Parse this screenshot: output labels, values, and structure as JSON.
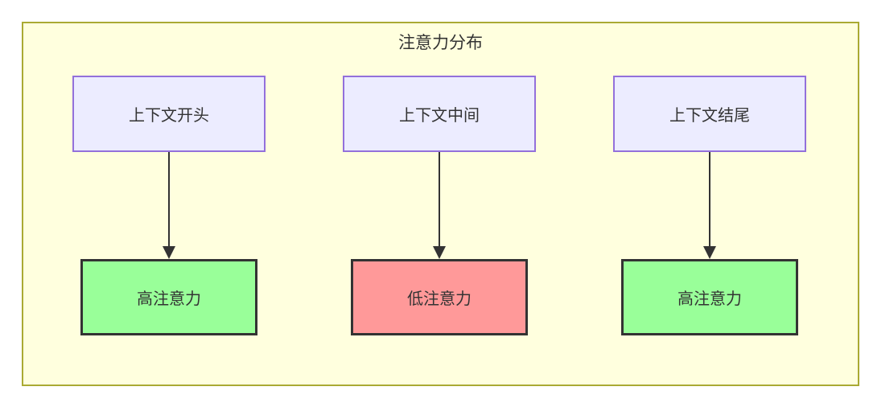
{
  "diagram": {
    "title": "注意力分布",
    "colors": {
      "container_bg": "#ffffde",
      "container_border": "#aaaa33",
      "source_bg": "#ececff",
      "source_border": "#9370db",
      "high_bg": "#99ff99",
      "low_bg": "#ff9999",
      "result_border": "#333333",
      "text": "#333333",
      "arrow": "#333333"
    },
    "columns": [
      {
        "source": "上下文开头",
        "result": "高注意力",
        "level": "high"
      },
      {
        "source": "上下文中间",
        "result": "低注意力",
        "level": "low"
      },
      {
        "source": "上下文结尾",
        "result": "高注意力",
        "level": "high"
      }
    ]
  }
}
